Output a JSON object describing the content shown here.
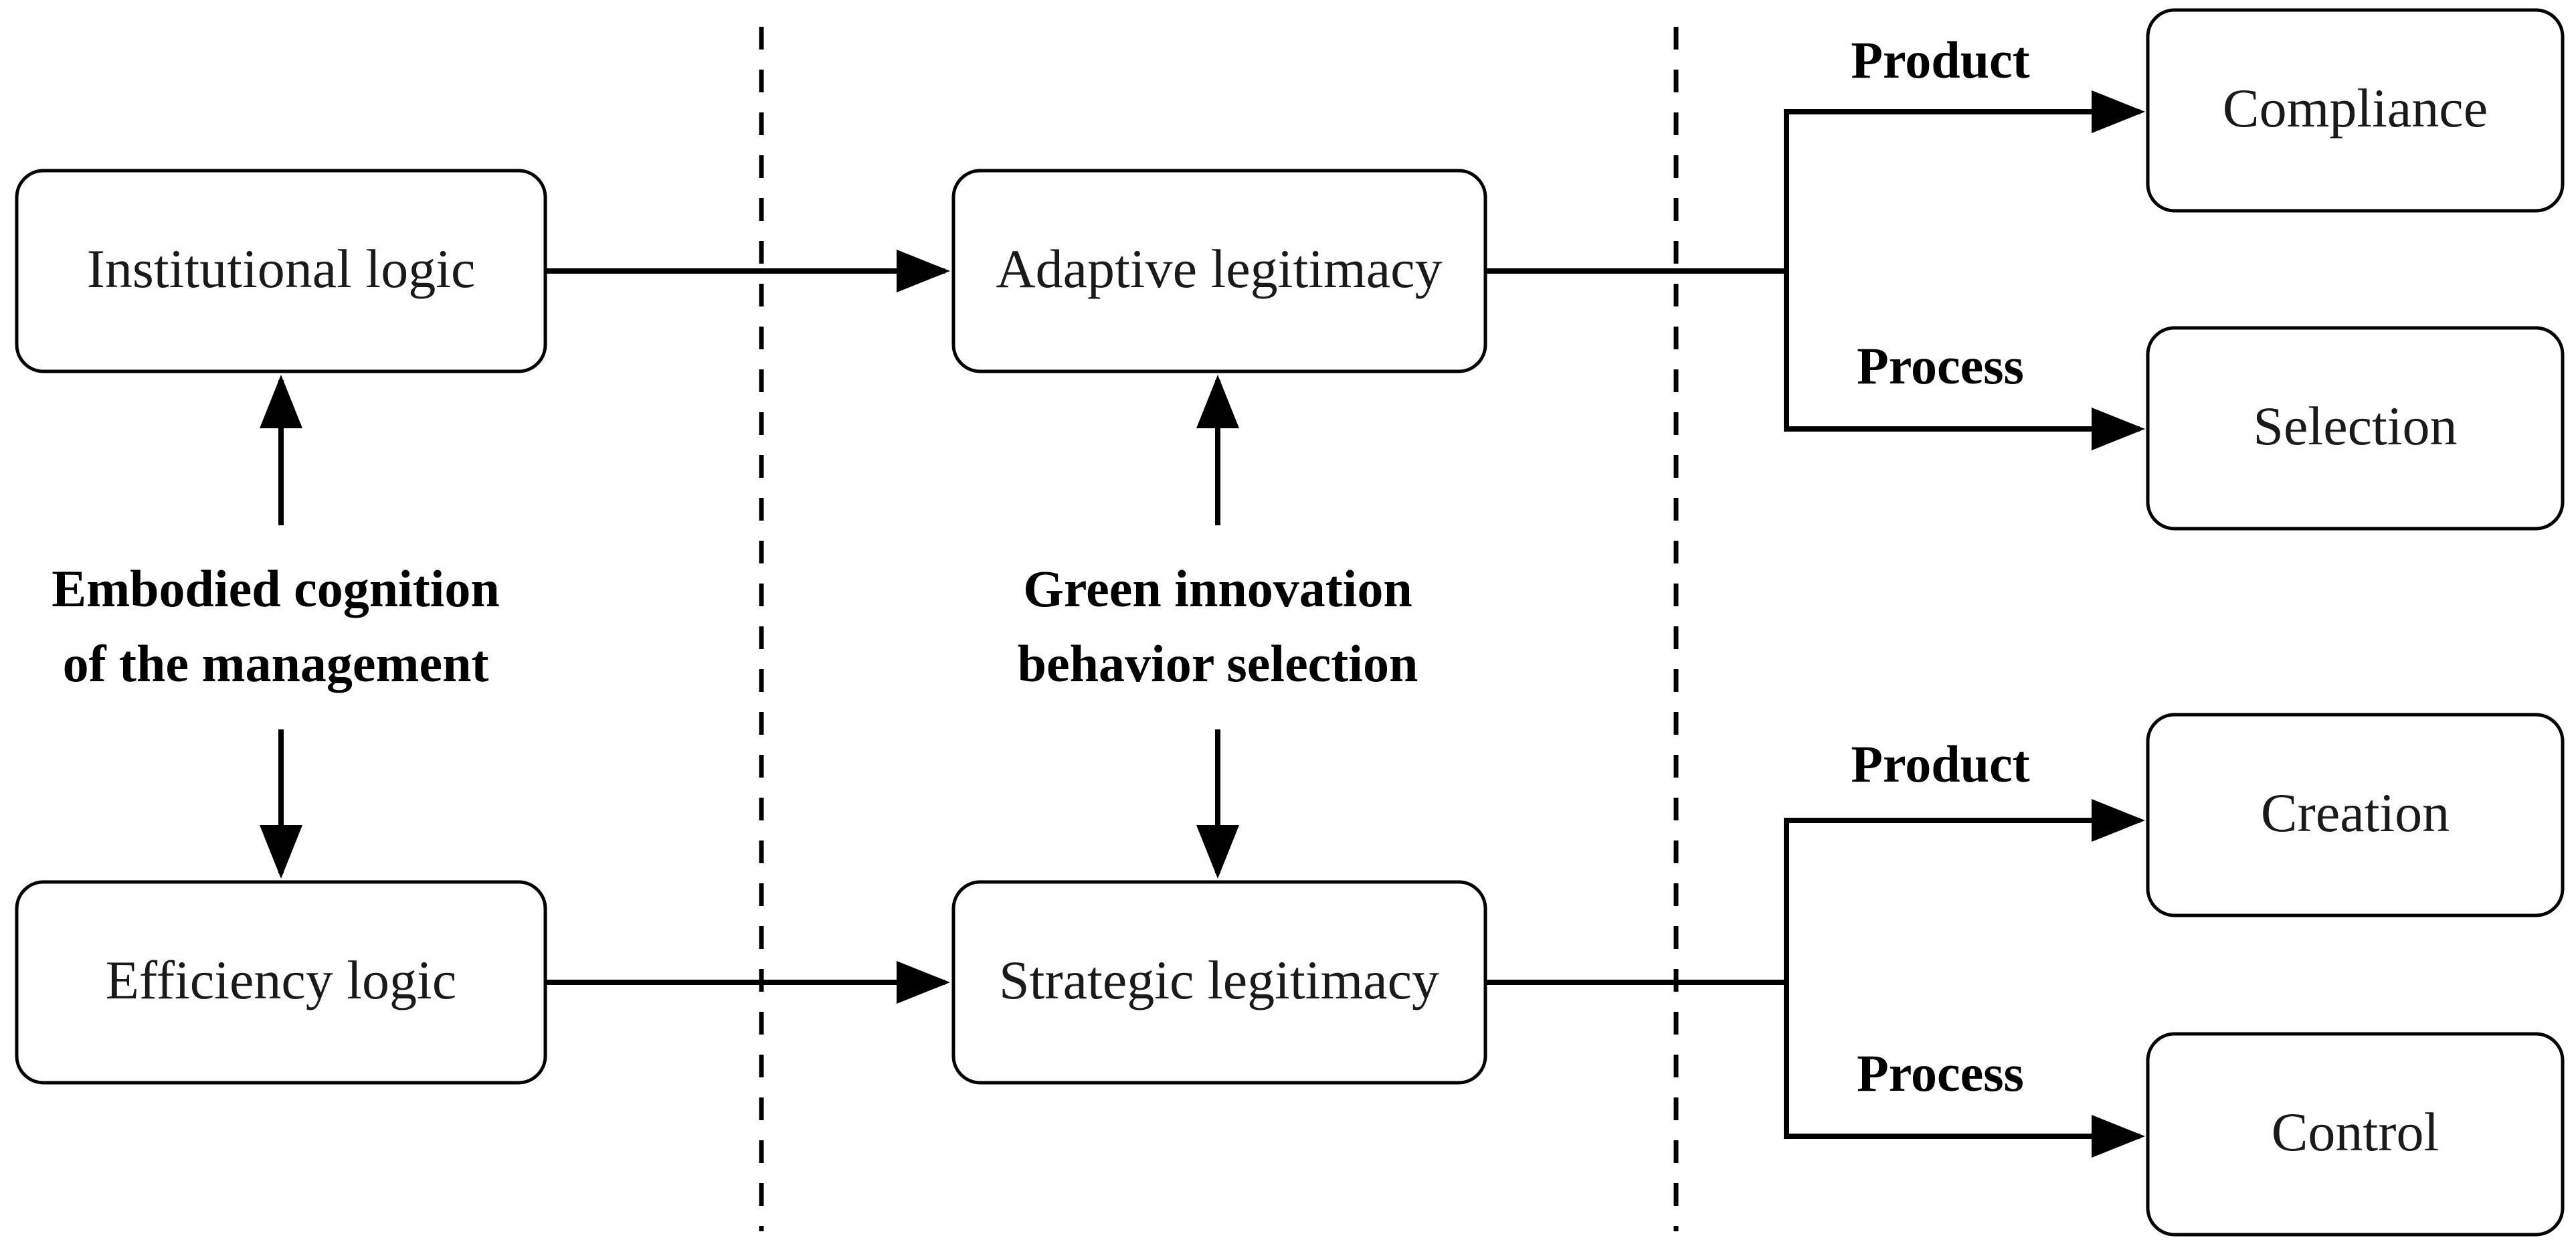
{
  "diagram": {
    "left": {
      "top_box": "Institutional logic",
      "bottom_box": "Efficiency logic",
      "center_label": [
        "Embodied cognition",
        "of the management"
      ]
    },
    "middle": {
      "top_box": "Adaptive legitimacy",
      "bottom_box": "Strategic legitimacy",
      "center_label": [
        "Green innovation",
        "behavior selection"
      ]
    },
    "right": {
      "upper_group": {
        "product_label": "Product",
        "process_label": "Process",
        "product_box": "Compliance",
        "process_box": "Selection"
      },
      "lower_group": {
        "product_label": "Product",
        "process_label": "Process",
        "product_box": "Creation",
        "process_box": "Control"
      }
    }
  }
}
